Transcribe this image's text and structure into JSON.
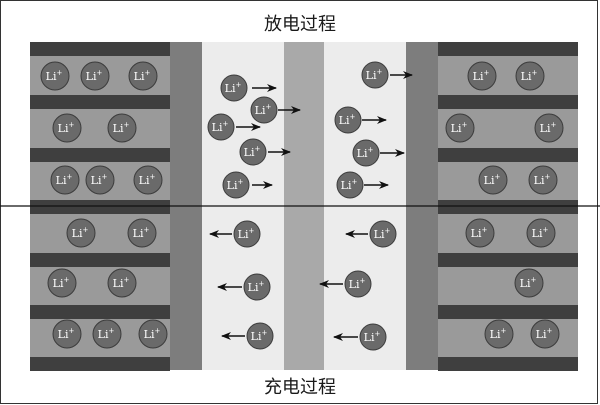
{
  "titles": {
    "discharge": "放电过程",
    "charge": "充电过程"
  },
  "ion": {
    "symbol": "Li",
    "charge": "+"
  },
  "colors": {
    "electrode_base": "#9a9a9a",
    "layer_dark": "#3f3f3f",
    "current_collector": "#7d7d7d",
    "electrolyte": "#ececec",
    "separator": "#a9a9a9",
    "ion_fill": "#6a6a6a",
    "ion_stroke": "#3c3c3c",
    "arrow": "#111111",
    "divider": "#111111"
  }
}
